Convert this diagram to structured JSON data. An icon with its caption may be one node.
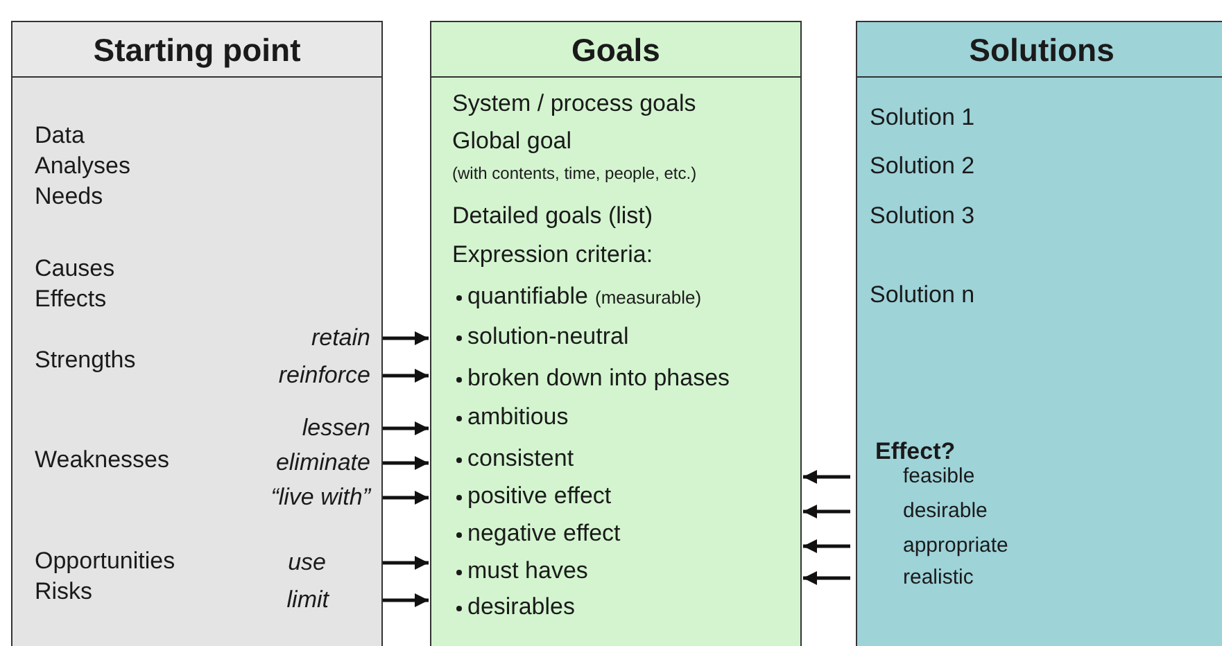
{
  "diagram": {
    "nodes": [
      {
        "text": [
          "Starting point",
          "Data Analyses Needs",
          "Causes Effects",
          "Strengths",
          "Weaknesses",
          "Opportunities Risks"
        ]
      },
      {
        "text": [
          "retain"
        ],
        "in": 0
      },
      {
        "text": [
          "reinforce"
        ],
        "in": 0
      },
      {
        "text": [
          "lessen"
        ],
        "in": 0
      },
      {
        "text": [
          "eliminate"
        ],
        "in": 0
      },
      {
        "text": [
          "“live with”"
        ],
        "in": 0
      },
      {
        "text": [
          "use"
        ],
        "in": 0
      },
      {
        "text": [
          "limit"
        ],
        "in": 0
      },
      {
        "text": [
          "Goals",
          "System / process goals",
          "Global goal",
          "(with contents, time, people, etc.)",
          "Detailed goals (list)",
          "Expression criteria:",
          "quantifiable",
          "(measurable)",
          "solution-neutral",
          "broken down into phases",
          "ambitious",
          "consistent",
          "positive effect",
          "negative effect",
          "must haves",
          "desirables"
        ]
      },
      {
        "text": [
          "Solutions",
          "Solution 1",
          "Solution 2",
          "Solution 3",
          "Solution n",
          "Effect?"
        ]
      },
      {
        "text": [
          "feasible"
        ],
        "in": 9
      },
      {
        "text": [
          "desirable"
        ],
        "in": 9
      },
      {
        "text": [
          "appropriate"
        ],
        "in": 9
      },
      {
        "text": [
          "realistic"
        ],
        "in": 9
      }
    ],
    "edges": [
      {
        "from": 1,
        "to": 8,
        "arrow": "to"
      },
      {
        "from": 2,
        "to": 8,
        "arrow": "to"
      },
      {
        "from": 3,
        "to": 8,
        "arrow": "to"
      },
      {
        "from": 4,
        "to": 8,
        "arrow": "to"
      },
      {
        "from": 5,
        "to": 8,
        "arrow": "to"
      },
      {
        "from": 6,
        "to": 8,
        "arrow": "to"
      },
      {
        "from": 7,
        "to": 8,
        "arrow": "to"
      },
      {
        "from": 10,
        "to": 8,
        "arrow": "to"
      },
      {
        "from": 11,
        "to": 8,
        "arrow": "to"
      },
      {
        "from": 12,
        "to": 8,
        "arrow": "to"
      },
      {
        "from": 13,
        "to": 8,
        "arrow": "to"
      }
    ]
  }
}
